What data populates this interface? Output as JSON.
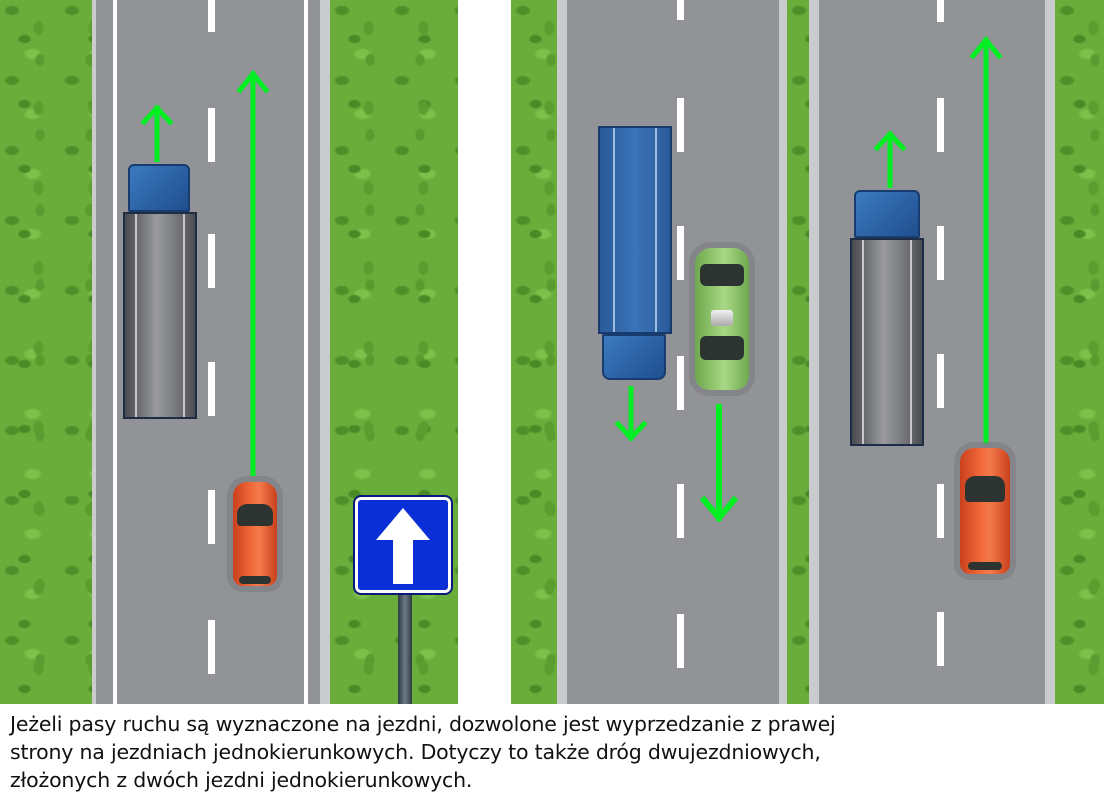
{
  "illustration": {
    "left_panel": {
      "description": "Jezdnia jednokierunkowa z dwoma pasami ruchu",
      "vehicles": [
        {
          "type": "truck",
          "color": "grey-trailer-blue-cab",
          "lane": "left",
          "direction": "up"
        },
        {
          "type": "car",
          "color": "#f0673a",
          "lane": "right",
          "direction": "up"
        }
      ],
      "sign": {
        "name": "D-3 droga jednokierunkowa",
        "glyph": "arrow-up",
        "color": "#0a2fd6"
      }
    },
    "right_panel": {
      "description": "Droga dwujezdniowa",
      "carriageways": [
        {
          "direction": "down",
          "vehicles": [
            {
              "type": "truck",
              "color": "blue",
              "lane": "left",
              "direction": "down"
            },
            {
              "type": "car",
              "color": "#9ed07a",
              "lane": "right",
              "direction": "down"
            }
          ]
        },
        {
          "direction": "up",
          "vehicles": [
            {
              "type": "truck",
              "color": "grey-trailer-blue-cab",
              "lane": "left",
              "direction": "up"
            },
            {
              "type": "car",
              "color": "#f0673a",
              "lane": "right",
              "direction": "up"
            }
          ]
        }
      ]
    },
    "colors": {
      "arrow": "#00ee22",
      "asphalt": "#919396",
      "grass": "#6aad3a"
    }
  },
  "caption": {
    "line1": "Jeżeli pasy ruchu są wyznaczone na  jezdni, dozwolone jest wyprzedzanie z prawej",
    "line2": "strony na jezdniach jednokierunkowych. Dotyczy to także dróg dwujezdniowych,",
    "line3": "złożonych z dwóch jezdni jednokierunkowych."
  }
}
